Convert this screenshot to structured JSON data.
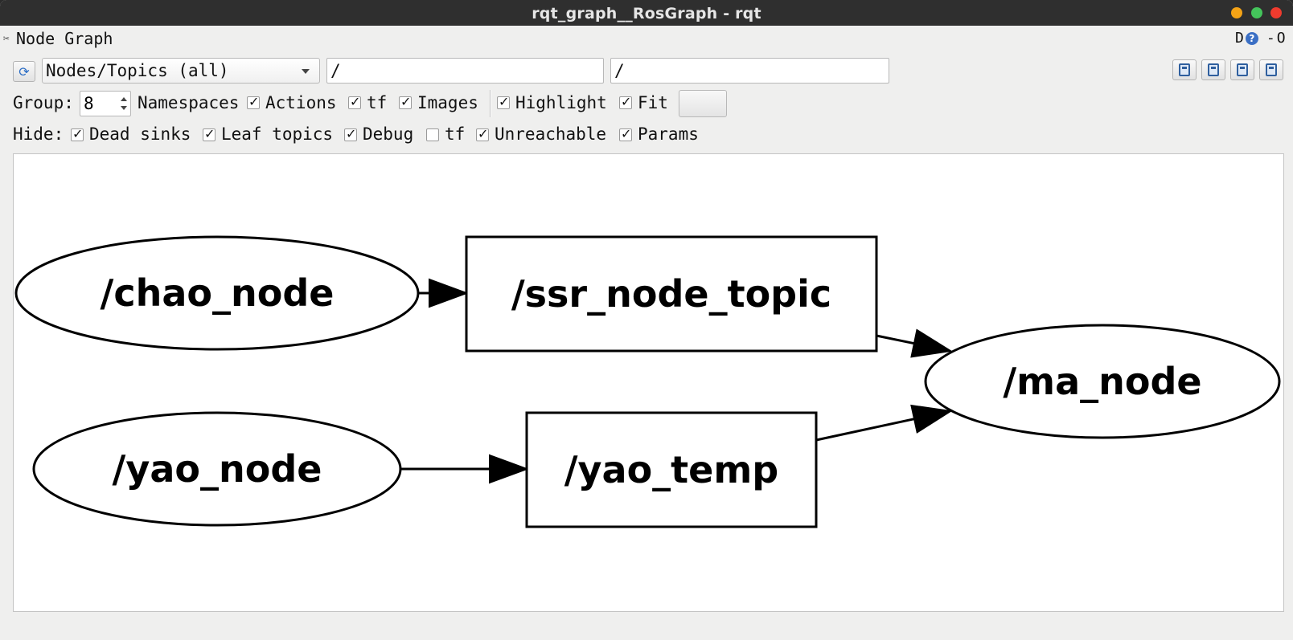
{
  "window": {
    "title": "rqt_graph__RosGraph - rqt"
  },
  "plugin": {
    "title": "Node Graph",
    "dock_label": "D",
    "help_label": "?",
    "min_label": "-",
    "close_label": "O"
  },
  "toolbar": {
    "graph_type": "Nodes/Topics (all)",
    "node_filter": "/",
    "topic_filter": "/"
  },
  "options": {
    "group_label": "Group:",
    "group_value": "8",
    "namespaces_label": "Namespaces",
    "actions_label": "Actions",
    "actions_checked": true,
    "tf_label": "tf",
    "tf_checked": true,
    "images_label": "Images",
    "images_checked": true,
    "highlight_label": "Highlight",
    "highlight_checked": true,
    "fit_label": "Fit",
    "fit_checked": true
  },
  "hide": {
    "label": "Hide:",
    "dead_sinks_label": "Dead sinks",
    "dead_sinks_checked": true,
    "leaf_topics_label": "Leaf topics",
    "leaf_topics_checked": true,
    "debug_label": "Debug",
    "debug_checked": true,
    "tf_label": "tf",
    "tf_checked": false,
    "unreachable_label": "Unreachable",
    "unreachable_checked": true,
    "params_label": "Params",
    "params_checked": true
  },
  "graph": {
    "nodes": [
      {
        "id": "chao",
        "label": "/chao_node",
        "shape": "ellipse"
      },
      {
        "id": "yao",
        "label": "/yao_node",
        "shape": "ellipse"
      },
      {
        "id": "ma",
        "label": "/ma_node",
        "shape": "ellipse"
      }
    ],
    "topics": [
      {
        "id": "ssr",
        "label": "/ssr_node_topic",
        "shape": "box"
      },
      {
        "id": "yaotemp",
        "label": "/yao_temp",
        "shape": "box"
      }
    ],
    "edges": [
      {
        "from": "chao",
        "to": "ssr"
      },
      {
        "from": "ssr",
        "to": "ma"
      },
      {
        "from": "yao",
        "to": "yaotemp"
      },
      {
        "from": "yaotemp",
        "to": "ma"
      }
    ]
  }
}
